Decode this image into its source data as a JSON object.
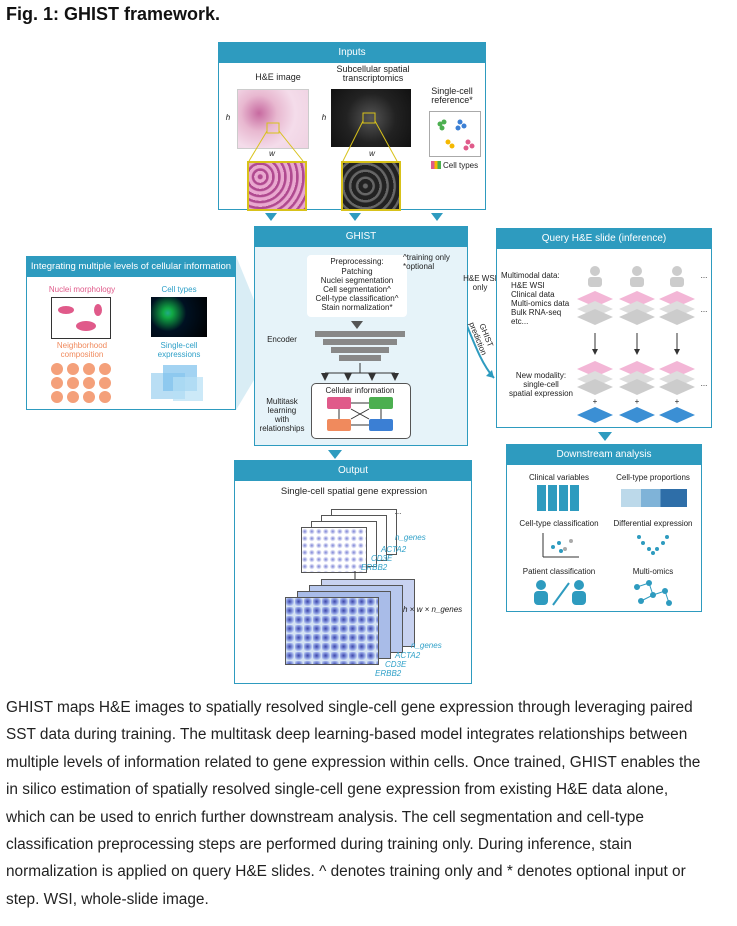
{
  "figure_title": "Fig. 1: GHIST framework.",
  "inputs": {
    "title": "Inputs",
    "he_image": "H&E image",
    "sst_line1": "Subcellular spatial",
    "sst_line2": "transcriptomics",
    "ref_line1": "Single-cell",
    "ref_line2": "reference*",
    "cell_types": "Cell types",
    "h": "h",
    "w": "w"
  },
  "integrating": {
    "title": "Integrating multiple levels of cellular information",
    "nuclei": "Nuclei morphology",
    "cell_types": "Cell types",
    "neighborhood_line1": "Neighborhood",
    "neighborhood_line2": "composition",
    "expr_line1": "Single-cell",
    "expr_line2": "expressions"
  },
  "ghist": {
    "title": "GHIST",
    "note1": "^training only",
    "note2": "*optional",
    "preprocessing": [
      "Preprocessing:",
      "Patching",
      "Nuclei segmentation",
      "Cell segmentation^",
      "Cell-type classification^",
      "Stain normalization*"
    ],
    "encoder": "Encoder",
    "cellular_info": "Cellular information",
    "multitask": [
      "Multitask",
      "learning",
      "with",
      "relationships"
    ]
  },
  "query": {
    "title": "Query H&E slide (inference)",
    "wsi_line1": "H&E WSI",
    "wsi_line2": "only",
    "prediction": "GHIST prediction",
    "multimodal": [
      "Multimodal data:",
      "H&E WSI",
      "Clinical data",
      "Multi-omics data",
      "Bulk RNA-seq",
      "etc..."
    ],
    "newmodality": [
      "New modality:",
      "single-cell",
      "spatial expression"
    ],
    "dots": "...",
    "plus": "+"
  },
  "downstream": {
    "title": "Downstream analysis",
    "items": [
      "Clinical variables",
      "Cell-type proportions",
      "Cell-type classification",
      "Differential expression",
      "Patient classification",
      "Multi-omics"
    ]
  },
  "output": {
    "title": "Output",
    "subtitle": "Single-cell spatial gene expression",
    "genes_top": [
      "n_genes",
      "ACTA2",
      "CD3E",
      "ERBB2"
    ],
    "genes_bottom": [
      "n_genes",
      "ACTA2",
      "CD3E",
      "ERBB2"
    ],
    "dims": "h × w × n_genes",
    "dots": "..."
  },
  "caption": [
    "GHIST maps H&E images to spatially resolved single-cell gene expression through leveraging paired",
    "SST data during training. The multitask deep learning-based model integrates relationships between",
    "multiple levels of information related to gene expression within cells. Once trained, GHIST enables the",
    "in silico estimation of spatially resolved single-cell gene expression from existing H&E data alone,",
    "which can be used to enrich further downstream analysis. The cell segmentation and cell-type",
    "classification preprocessing steps are performed during training only. During inference, stain",
    "normalization is applied on query H&E slides. ^ denotes training only and * denotes optional input or",
    "step. WSI, whole-slide image."
  ],
  "colors": {
    "teal": "#2e9bbf",
    "pink": "#e05a8a",
    "orange": "#f08a5d",
    "blue": "#3b7fd4",
    "green": "#4caf50"
  }
}
